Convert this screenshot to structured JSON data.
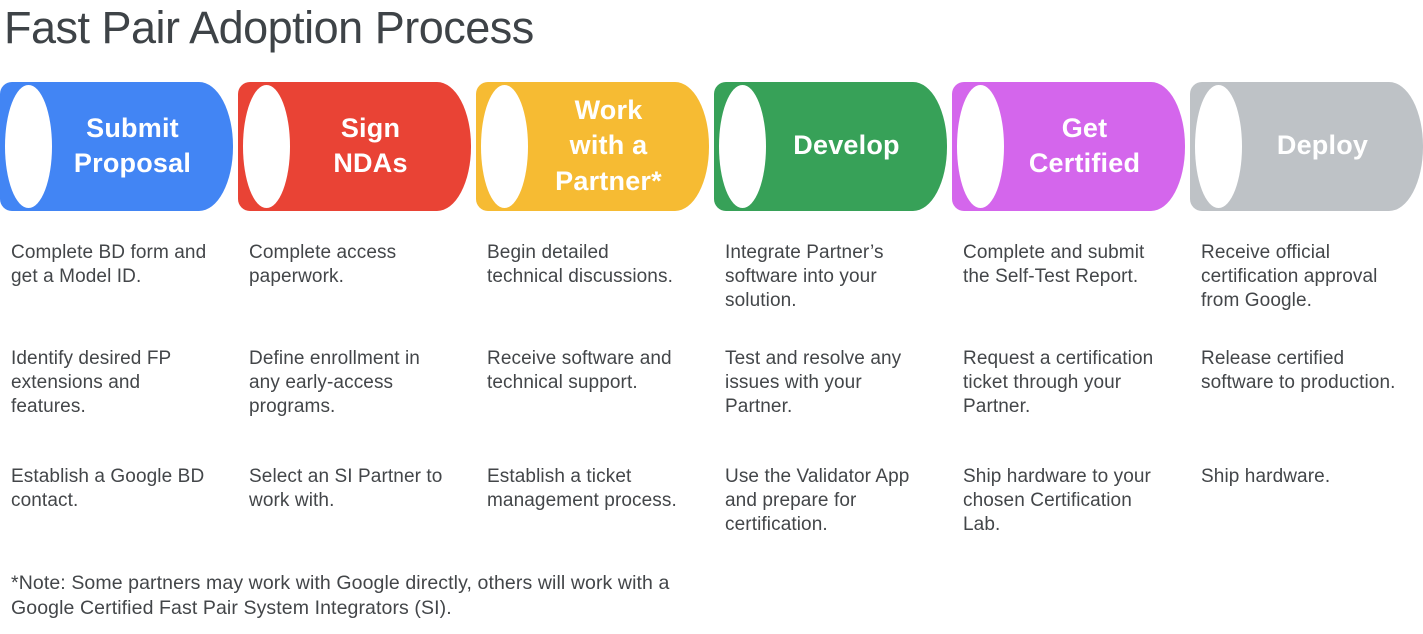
{
  "title": "Fast Pair Adoption Process",
  "colors": {
    "blue": "#4285F4",
    "red": "#E94335",
    "yellow": "#F6BB33",
    "green": "#37A158",
    "magenta": "#D466EC",
    "gray": "#BEC2C6",
    "label_text": "#FFFFFF",
    "body_text": "#434649"
  },
  "stages": [
    {
      "label": "Submit\nProposal",
      "color": "#4285F4",
      "items": [
        "Complete BD form and get a Model ID.",
        "Identify desired FP extensions and features.",
        "Establish a Google BD contact."
      ]
    },
    {
      "label": "Sign\nNDAs",
      "color": "#E94335",
      "items": [
        "Complete access paperwork.",
        "Define enrollment in any early-access programs.",
        "Select an SI Partner to work with."
      ]
    },
    {
      "label": "Work\nwith a\nPartner*",
      "color": "#F6BB33",
      "items": [
        "Begin detailed technical discussions.",
        "Receive software and technical support.",
        "Establish a ticket management process."
      ]
    },
    {
      "label": "Develop",
      "color": "#37A158",
      "items": [
        "Integrate Partner’s software into your solution.",
        "Test and resolve any issues with your Partner.",
        "Use the Validator App and prepare for certification."
      ]
    },
    {
      "label": "Get\nCertified",
      "color": "#D466EC",
      "items": [
        "Complete and submit the Self-Test Report.",
        "Request a certification ticket through your Partner.",
        "Ship hardware to your chosen Certification Lab."
      ]
    },
    {
      "label": "Deploy",
      "color": "#BEC2C6",
      "items": [
        "Receive official certification approval from Google.",
        "Release certified software to production.",
        "Ship hardware."
      ]
    }
  ],
  "footnote": "*Note: Some partners may work with Google directly, others will work with a Google Certified Fast Pair System Integrators (SI)."
}
